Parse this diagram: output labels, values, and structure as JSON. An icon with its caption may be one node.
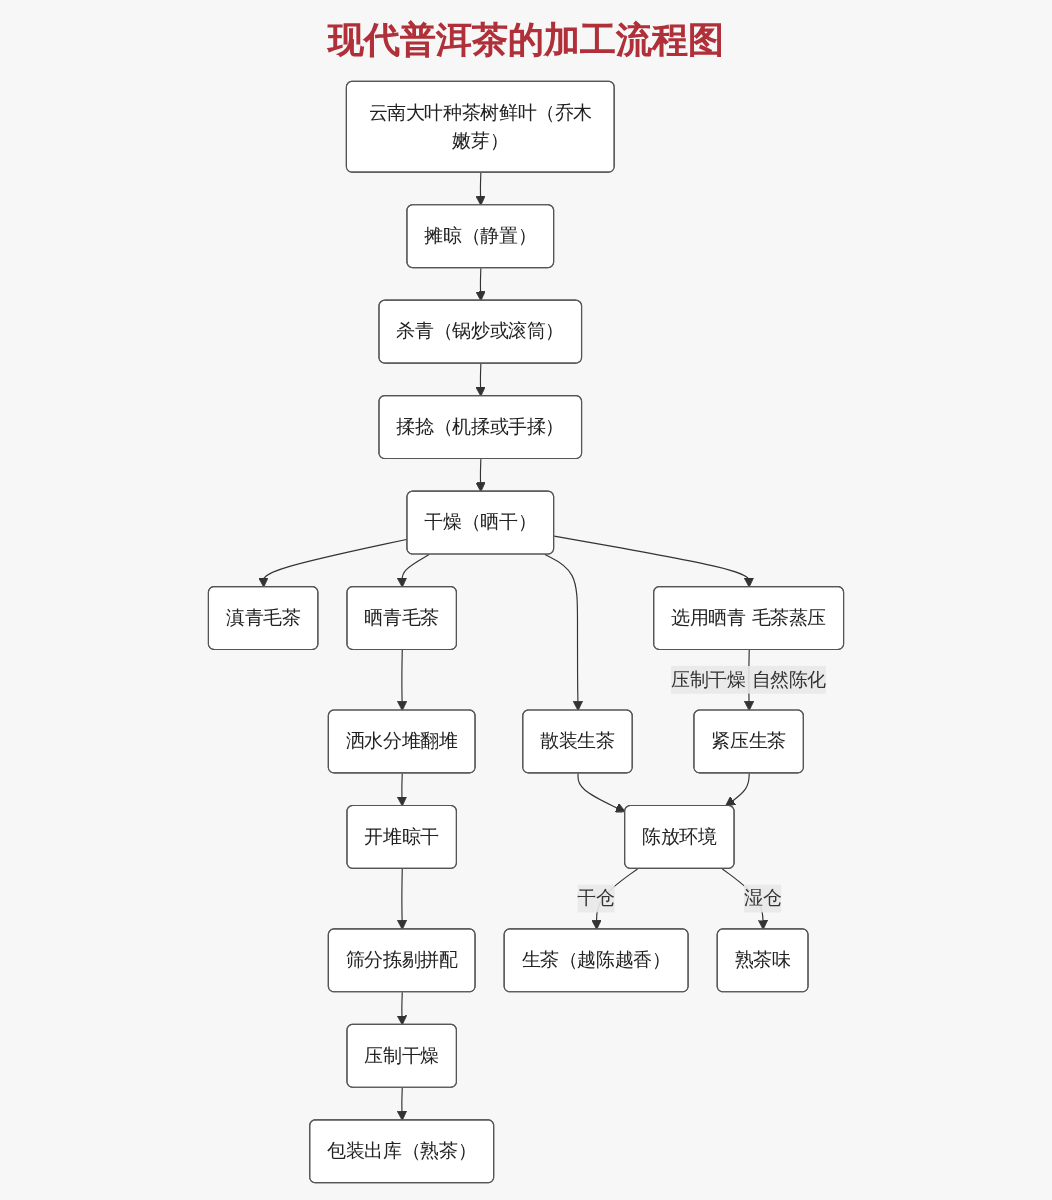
{
  "diagram": {
    "title": "现代普洱茶的加工流程图",
    "nodes": [
      {
        "text": [
          "云南大叶种茶树鲜叶（乔木嫩芽）"
        ]
      },
      {
        "text": [
          "摊晾（静置）"
        ]
      },
      {
        "text": [
          "杀青（锅炒或滚筒）"
        ]
      },
      {
        "text": [
          "揉捻（机揉或手揉）"
        ]
      },
      {
        "text": [
          "滇青毛茶"
        ]
      },
      {
        "text": [
          "干燥（晒干）"
        ]
      },
      {
        "text": [
          "选用晒青 毛茶蒸压"
        ]
      },
      {
        "text": [
          "晒青毛茶"
        ]
      },
      {
        "text": [
          "洒水分堆翻堆"
        ]
      },
      {
        "text": [
          "散装生茶"
        ]
      },
      {
        "text": [
          "紧压生茶"
        ]
      },
      {
        "text": [
          "开堆晾干"
        ]
      },
      {
        "text": [
          "陈放环境"
        ]
      },
      {
        "text": [
          "筛分拣剔拼配"
        ]
      },
      {
        "text": [
          "生茶（越陈越香）"
        ]
      },
      {
        "text": [
          "熟茶味"
        ]
      },
      {
        "text": [
          "压制干燥"
        ]
      },
      {
        "text": [
          "包装出库（熟茶）"
        ]
      }
    ],
    "edges": [
      {
        "from": 0,
        "to": 1,
        "arrow": "to"
      },
      {
        "from": 1,
        "to": 2,
        "arrow": "to"
      },
      {
        "from": 2,
        "to": 3,
        "arrow": "to"
      },
      {
        "from": 3,
        "to": 5,
        "arrow": "to"
      },
      {
        "from": 5,
        "to": 4,
        "arrow": "to"
      },
      {
        "from": 5,
        "to": 6,
        "arrow": "to"
      },
      {
        "from": 5,
        "to": 9,
        "arrow": "to"
      },
      {
        "from": 6,
        "to": 10,
        "label": "压制干燥 自然陈化",
        "arrow": "to"
      },
      {
        "from": 5,
        "to": 7,
        "arrow": "to"
      },
      {
        "from": 7,
        "to": 8,
        "arrow": "to"
      },
      {
        "from": 8,
        "to": 11,
        "arrow": "to"
      },
      {
        "from": 11,
        "to": 13,
        "arrow": "to"
      },
      {
        "from": 13,
        "to": 16,
        "arrow": "to"
      },
      {
        "from": 16,
        "to": 17,
        "arrow": "to"
      },
      {
        "from": 9,
        "to": 12,
        "arrow": "to"
      },
      {
        "from": 10,
        "to": 12,
        "arrow": "to"
      },
      {
        "from": 12,
        "to": 14,
        "label": "干仓",
        "arrow": "to"
      },
      {
        "from": 12,
        "to": 15,
        "label": "湿仓",
        "arrow": "to"
      }
    ]
  }
}
